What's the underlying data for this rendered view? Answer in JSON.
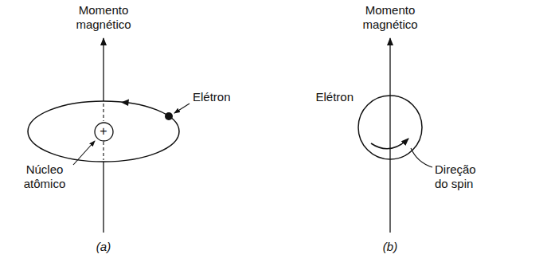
{
  "diagram": {
    "nodes": [
      {
        "text": [
          "+"
        ]
      }
    ],
    "labels": [
      "Momento magnético",
      "Elétron",
      "Núcleo atômico",
      "(a)",
      "Momento magnético",
      "Elétron",
      "Direção do spin",
      "(b)"
    ]
  }
}
